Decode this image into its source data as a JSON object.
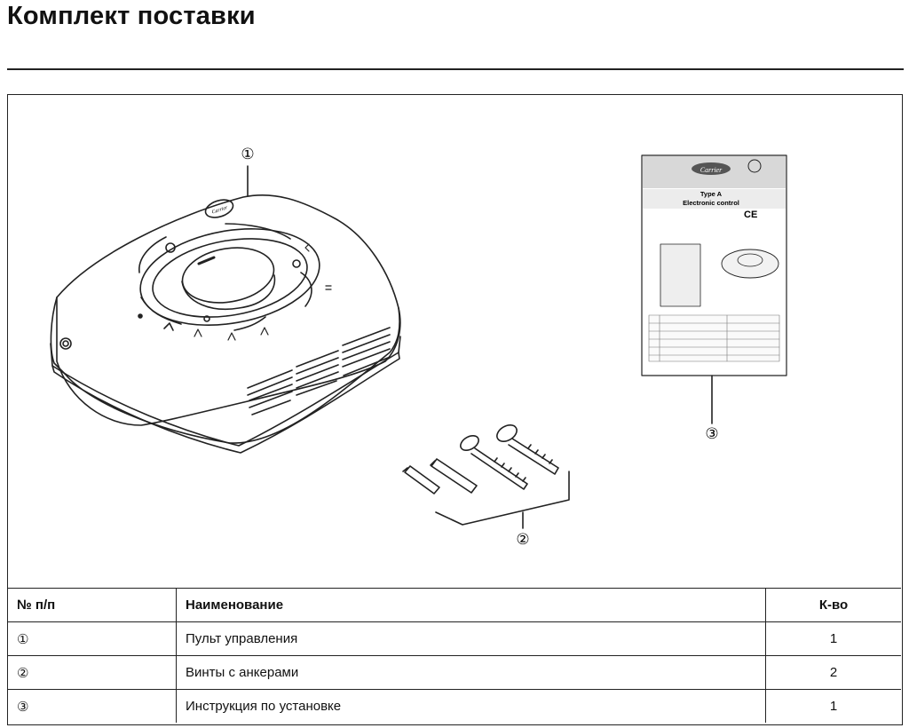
{
  "page": {
    "title": "Комплект поставки"
  },
  "figure": {
    "callouts": [
      "①",
      "②",
      "③"
    ],
    "manual_cover": {
      "brand": "Carrier",
      "heading_line1": "Type A",
      "heading_line2": "Electronic control",
      "ce_mark": "CE"
    },
    "device_brand": "Carrier"
  },
  "table": {
    "headers": [
      "№ п/п",
      "Наименование",
      "К-во"
    ],
    "rows": [
      {
        "num": "①",
        "name": "Пульт управления",
        "qty": "1"
      },
      {
        "num": "②",
        "name": "Винты с анкерами",
        "qty": "2"
      },
      {
        "num": "③",
        "name": "Инструкция по установке",
        "qty": "1"
      }
    ]
  }
}
